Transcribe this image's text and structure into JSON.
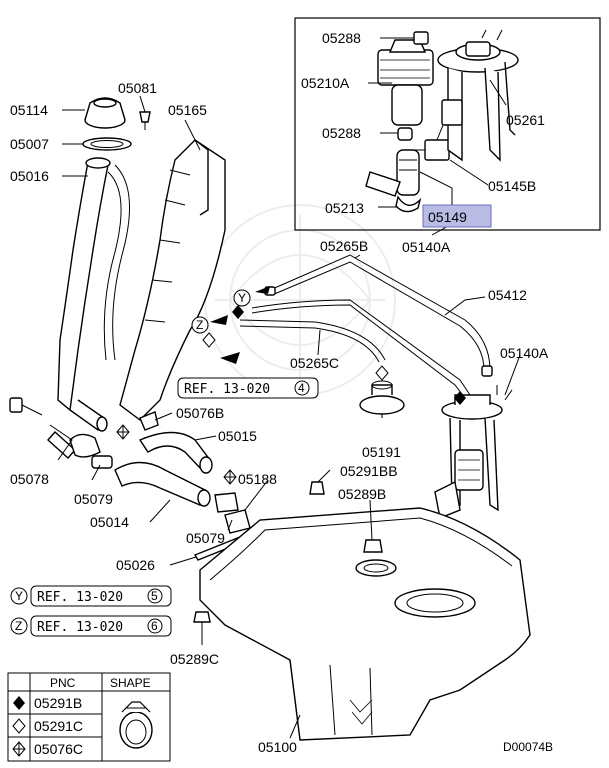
{
  "diagram": {
    "drawing_code": "D00074B",
    "highlighted_part": "05149",
    "highlight_color": "#b9bde6",
    "callouts": {
      "c05288a": "05288",
      "c05210a": "05210A",
      "c05288b": "05288",
      "c05261": "05261",
      "c05145b": "05145B",
      "c05213": "05213",
      "c05149": "05149",
      "c05140a_top": "05140A",
      "c05081": "05081",
      "c05114": "05114",
      "c05165": "05165",
      "c05007": "05007",
      "c05016": "05016",
      "c05265b": "05265B",
      "c05412": "05412",
      "c05265c": "05265C",
      "c05140a_right": "05140A",
      "c05076b": "05076B",
      "c05015": "05015",
      "c05191": "05191",
      "c05078": "05078",
      "c05079a": "05079",
      "c05188": "05188",
      "c05291bb": "05291BB",
      "c05289b": "05289B",
      "c05014": "05014",
      "c05079b": "05079",
      "c05026": "05026",
      "c05289c": "05289C",
      "c05100": "05100"
    },
    "refs": {
      "ref_main": {
        "text": "REF. 13-020",
        "num": "4"
      },
      "ref_y": {
        "letter": "Y",
        "text": "REF. 13-020",
        "num": "5"
      },
      "ref_z": {
        "letter": "Z",
        "text": "REF. 13-020",
        "num": "6"
      },
      "marker_y": "Y",
      "marker_z": "Z"
    },
    "legend": {
      "header_pnc": "PNC",
      "header_shape": "SHAPE",
      "rows": [
        {
          "symbol": "filled-diamond",
          "pnc": "05291B"
        },
        {
          "symbol": "open-diamond",
          "pnc": "05291C"
        },
        {
          "symbol": "crossed-diamond",
          "pnc": "05076C"
        }
      ]
    }
  }
}
